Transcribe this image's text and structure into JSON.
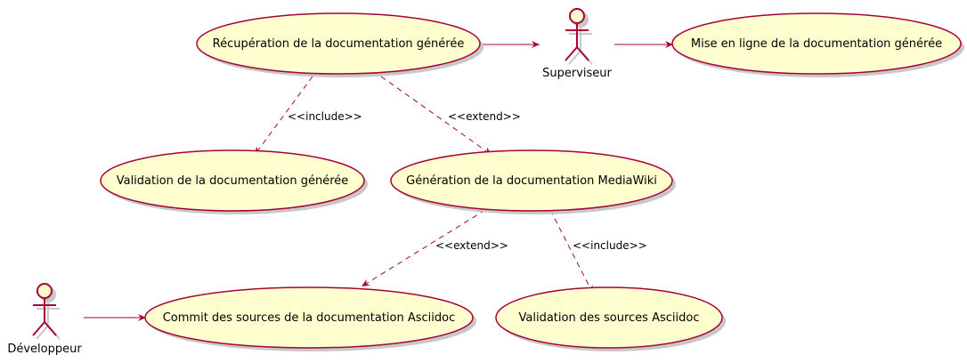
{
  "diagram": {
    "actors": [
      {
        "id": "superviseur",
        "label": "Superviseur"
      },
      {
        "id": "developpeur",
        "label": "Développeur"
      }
    ],
    "use_cases": [
      {
        "id": "recuperation",
        "label": "Récupération de la documentation générée"
      },
      {
        "id": "mise_en_ligne",
        "label": "Mise en ligne de la documentation générée"
      },
      {
        "id": "validation_doc",
        "label": "Validation de la documentation générée"
      },
      {
        "id": "generation",
        "label": "Génération de la documentation MediaWiki"
      },
      {
        "id": "commit",
        "label": "Commit des sources de la documentation Asciidoc"
      },
      {
        "id": "validation_sources",
        "label": "Validation des sources Asciidoc"
      }
    ],
    "relations": [
      {
        "from": "recuperation",
        "to": "superviseur",
        "type": "association",
        "label": ""
      },
      {
        "from": "superviseur",
        "to": "mise_en_ligne",
        "type": "association",
        "label": ""
      },
      {
        "from": "recuperation",
        "to": "validation_doc",
        "type": "dependency",
        "label": "<<include>>"
      },
      {
        "from": "recuperation",
        "to": "generation",
        "type": "dependency",
        "label": "<<extend>>"
      },
      {
        "from": "generation",
        "to": "commit",
        "type": "dependency",
        "label": "<<extend>>"
      },
      {
        "from": "generation",
        "to": "validation_sources",
        "type": "dependency",
        "label": "<<include>>"
      },
      {
        "from": "developpeur",
        "to": "commit",
        "type": "association",
        "label": ""
      }
    ],
    "colors": {
      "use_case_fill": "#FEFECE",
      "line": "#A80036",
      "shadow": "#C8C8C8"
    }
  }
}
